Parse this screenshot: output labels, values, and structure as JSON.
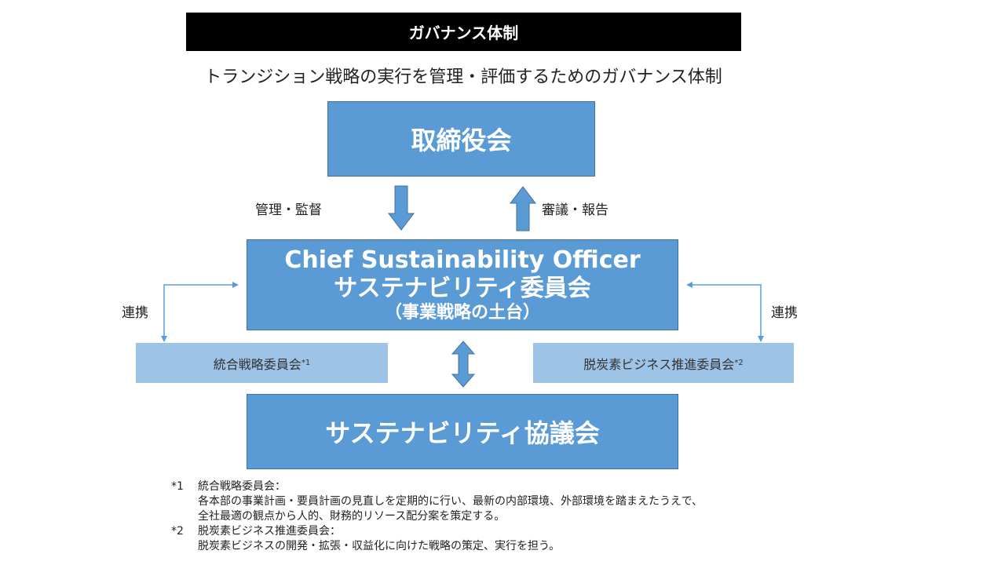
{
  "header": {
    "title": "ガバナンス体制"
  },
  "subtitle": "トランジション戦略の実行を管理・評価するためのガバナンス体制",
  "boxes": {
    "board": "取締役会",
    "cso_line1": "Chief Sustainability Officer",
    "cso_line2": "サステナビリティ委員会",
    "cso_line3": "（事業戦略の土台）",
    "council": "サステナビリティ協議会",
    "integrated_committee": "統合戦略委員会",
    "integrated_committee_note": "*1",
    "decarb_committee": "脱炭素ビジネス推進委員会",
    "decarb_committee_note": "*2"
  },
  "labels": {
    "kanri": "管理・監督",
    "shingi": "審議・報告",
    "renkei_left": "連携",
    "renkei_right": "連携"
  },
  "notes": [
    {
      "mark": "*1",
      "title": "統合戦略委員会：",
      "lines": [
        "各本部の事業計画・要員計画の見直しを定期的に行い、最新の内部環境、外部環境を踏まえたうえで、",
        "全社最適の観点から人的、財務的リソース配分案を策定する。"
      ]
    },
    {
      "mark": "*2",
      "title": "脱炭素ビジネス推進委員会：",
      "lines": [
        "脱炭素ビジネスの開発・拡張・収益化に向けた戦略の策定、実行を担う。"
      ]
    }
  ],
  "colors": {
    "box_fill": "#5b9bd5",
    "sub_box_fill": "#9dc3e6",
    "header_fill": "#000000"
  }
}
